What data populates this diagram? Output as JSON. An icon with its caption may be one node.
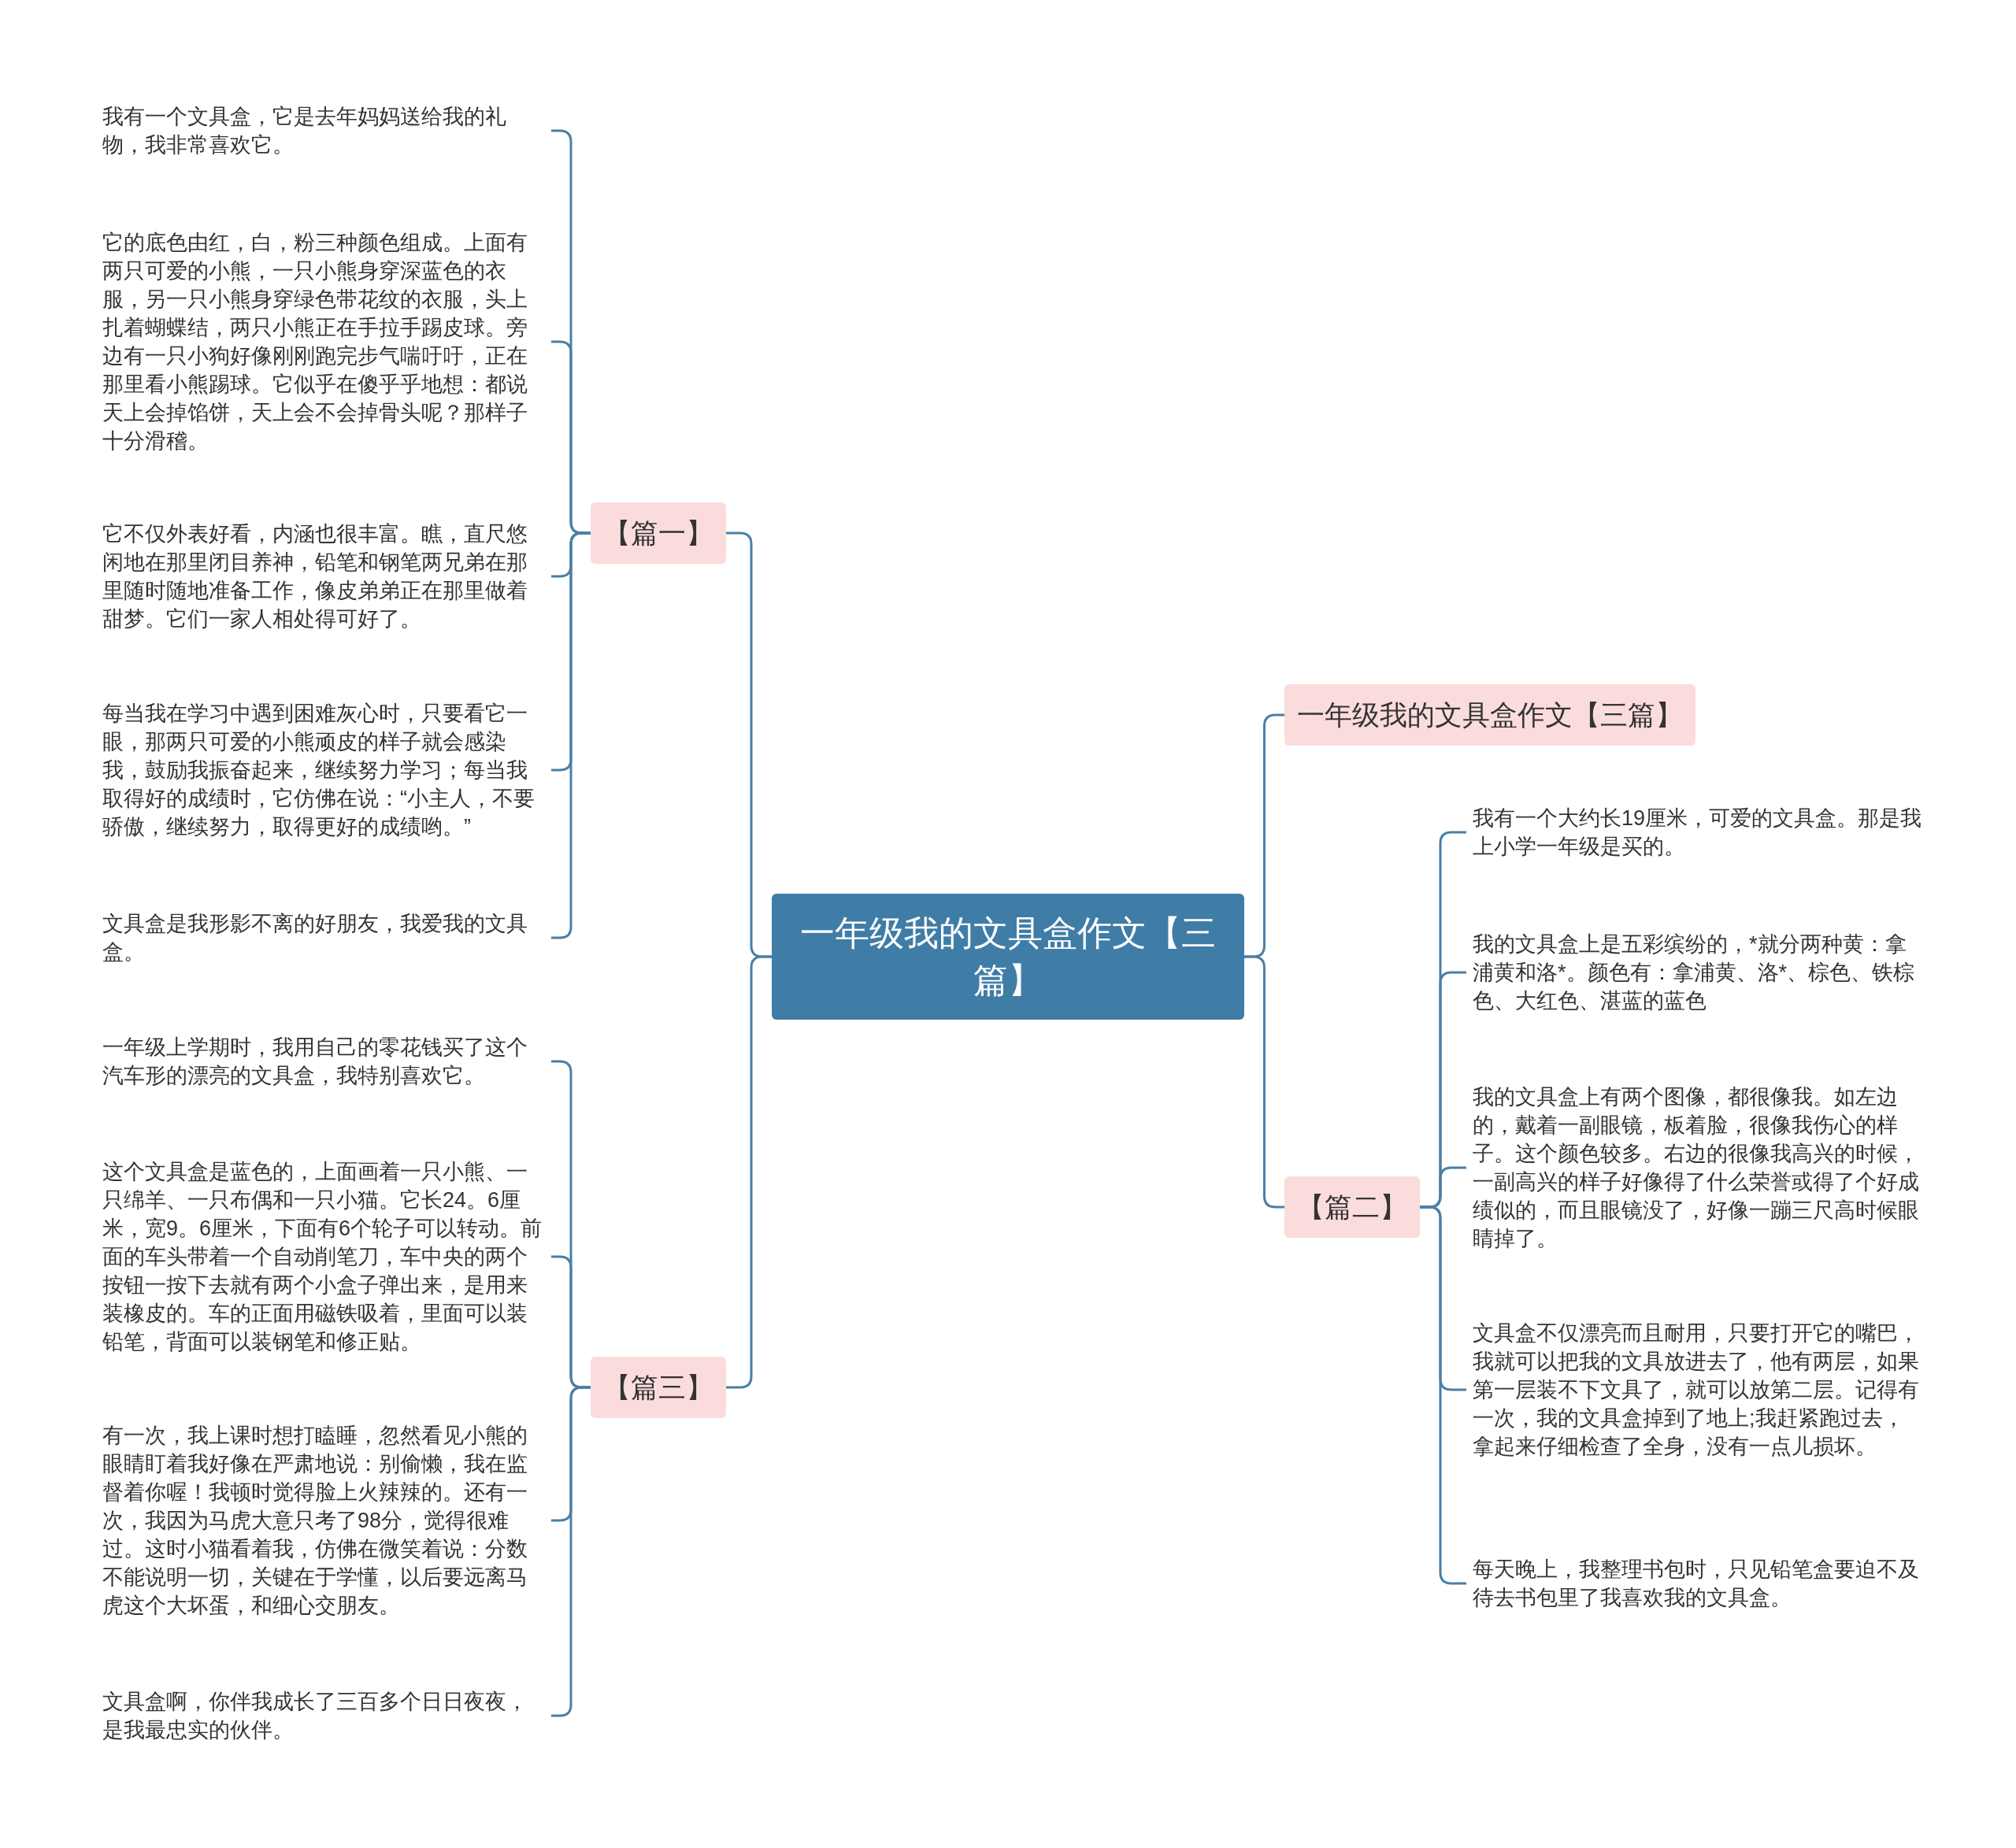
{
  "diagram": {
    "nodes": [
      {
        "text": [
          "一年级我的文具盒作文【三篇】"
        ]
      },
      {
        "text": [
          "【篇一】"
        ]
      },
      {
        "text": [
          "我有一个文具盒，它是去年妈妈送给我的礼物，我非常喜欢它。"
        ]
      },
      {
        "text": [
          "它的底色由红，白，粉三种颜色组成。上面有两只可爱的小熊，一只小熊身穿深蓝色的衣服，另一只小熊身穿绿色带花纹的衣服，头上扎着蝴蝶结，两只小熊正在手拉手踢皮球。旁边有一只小狗好像刚刚跑完步气喘吁吁，正在那里看小熊踢球。它似乎在傻乎乎地想：都说天上会掉馅饼，天上会不会掉骨头呢？那样子十分滑稽。"
        ]
      },
      {
        "text": [
          "它不仅外表好看，内涵也很丰富。瞧，直尺悠闲地在那里闭目养神，铅笔和钢笔两兄弟在那里随时随地准备工作，像皮弟弟正在那里做着甜梦。它们一家人相处得可好了。"
        ]
      },
      {
        "text": [
          "每当我在学习中遇到困难灰心时，只要看它一眼，那两只可爱的小熊顽皮的样子就会感染我，鼓励我振奋起来，继续努力学习；每当我取得好的成绩时，它仿佛在说：“小主人，不要骄傲，继续努力，取得更好的成绩哟。”"
        ]
      },
      {
        "text": [
          "文具盒是我形影不离的好朋友，我爱我的文具盒。"
        ]
      },
      {
        "text": [
          "【篇三】"
        ]
      },
      {
        "text": [
          "一年级上学期时，我用自己的零花钱买了这个汽车形的漂亮的文具盒，我特别喜欢它。"
        ]
      },
      {
        "text": [
          "这个文具盒是蓝色的，上面画着一只小熊、一只绵羊、一只布偶和一只小猫。它长24。6厘米，宽9。6厘米，下面有6个轮子可以转动。前面的车头带着一个自动削笔刀，车中央的两个按钮一按下去就有两个小盒子弹出来，是用来装橡皮的。车的正面用磁铁吸着，里面可以装铅笔，背面可以装钢笔和修正贴。"
        ]
      },
      {
        "text": [
          "有一次，我上课时想打瞌睡，忽然看见小熊的眼睛盯着我好像在严肃地说：别偷懒，我在监督着你喔！我顿时觉得脸上火辣辣的。还有一次，我因为马虎大意只考了98分，觉得很难过。这时小猫看着我，仿佛在微笑着说：分数不能说明一切，关键在于学懂，以后要远离马虎这个大坏蛋，和细心交朋友。"
        ]
      },
      {
        "text": [
          "文具盒啊，你伴我成长了三百多个日日夜夜，是我最忠实的伙伴。"
        ]
      },
      {
        "text": [
          "一年级我的文具盒作文【三篇】"
        ]
      },
      {
        "text": [
          "【篇二】"
        ]
      },
      {
        "text": [
          "我有一个大约长19厘米，可爱的文具盒。那是我上小学一年级是买的。"
        ]
      },
      {
        "text": [
          "我的文具盒上是五彩缤纷的，*就分两种黄：拿浦黄和洛*。颜色有：拿浦黄、洛*、棕色、铁棕色、大红色、湛蓝的蓝色"
        ]
      },
      {
        "text": [
          "我的文具盒上有两个图像，都很像我。如左边的，戴着一副眼镜，板着脸，很像我伤心的样子。这个颜色较多。右边的很像我高兴的时候，一副高兴的样子好像得了什么荣誉或得了个好成绩似的，而且眼镜没了，好像一蹦三尺高时候眼睛掉了。"
        ]
      },
      {
        "text": [
          "文具盒不仅漂亮而且耐用，只要打开它的嘴巴，我就可以把我的文具放进去了，他有两层，如果第一层装不下文具了，就可以放第二层。记得有一次，我的文具盒掉到了地上;我赶紧跑过去，拿起来仔细检查了全身，没有一点儿损坏。"
        ]
      },
      {
        "text": [
          "每天晚上，我整理书包时，只见铅笔盒要迫不及待去书包里了我喜欢我的文具盒。"
        ]
      }
    ],
    "edges": [
      {
        "from": 0,
        "to": 1,
        "arrow": "none"
      },
      {
        "from": 1,
        "to": 2,
        "arrow": "none"
      },
      {
        "from": 1,
        "to": 3,
        "arrow": "none"
      },
      {
        "from": 1,
        "to": 4,
        "arrow": "none"
      },
      {
        "from": 1,
        "to": 5,
        "arrow": "none"
      },
      {
        "from": 1,
        "to": 6,
        "arrow": "none"
      },
      {
        "from": 0,
        "to": 7,
        "arrow": "none"
      },
      {
        "from": 7,
        "to": 8,
        "arrow": "none"
      },
      {
        "from": 7,
        "to": 9,
        "arrow": "none"
      },
      {
        "from": 7,
        "to": 10,
        "arrow": "none"
      },
      {
        "from": 7,
        "to": 11,
        "arrow": "none"
      },
      {
        "from": 0,
        "to": 12,
        "arrow": "none"
      },
      {
        "from": 0,
        "to": 13,
        "arrow": "none"
      },
      {
        "from": 13,
        "to": 14,
        "arrow": "none"
      },
      {
        "from": 13,
        "to": 15,
        "arrow": "none"
      },
      {
        "from": 13,
        "to": 16,
        "arrow": "none"
      },
      {
        "from": 13,
        "to": 17,
        "arrow": "none"
      },
      {
        "from": 13,
        "to": 18,
        "arrow": "none"
      }
    ]
  }
}
